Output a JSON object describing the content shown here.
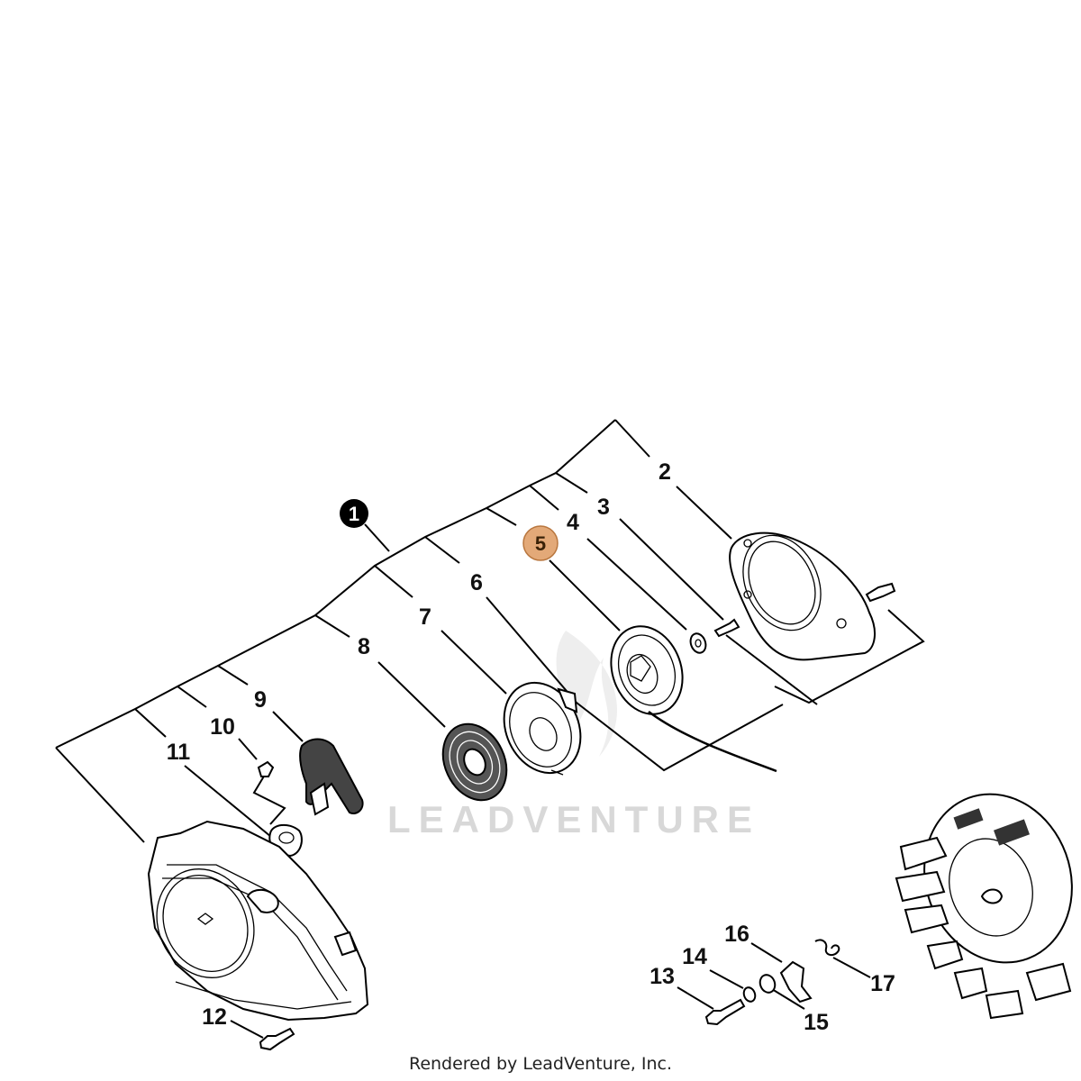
{
  "diagram": {
    "assembly_callout": "1",
    "highlighted_callout": "5",
    "highlight_color": "#e3a978",
    "callouts": {
      "c2": "2",
      "c3": "3",
      "c4": "4",
      "c5": "5",
      "c6": "6",
      "c7": "7",
      "c8": "8",
      "c9": "9",
      "c10": "10",
      "c11": "11",
      "c12": "12",
      "c13": "13",
      "c14": "14",
      "c15": "15",
      "c16": "16",
      "c17": "17"
    }
  },
  "watermark": "LEADVENTURE",
  "footer": "Rendered by LeadVenture, Inc."
}
